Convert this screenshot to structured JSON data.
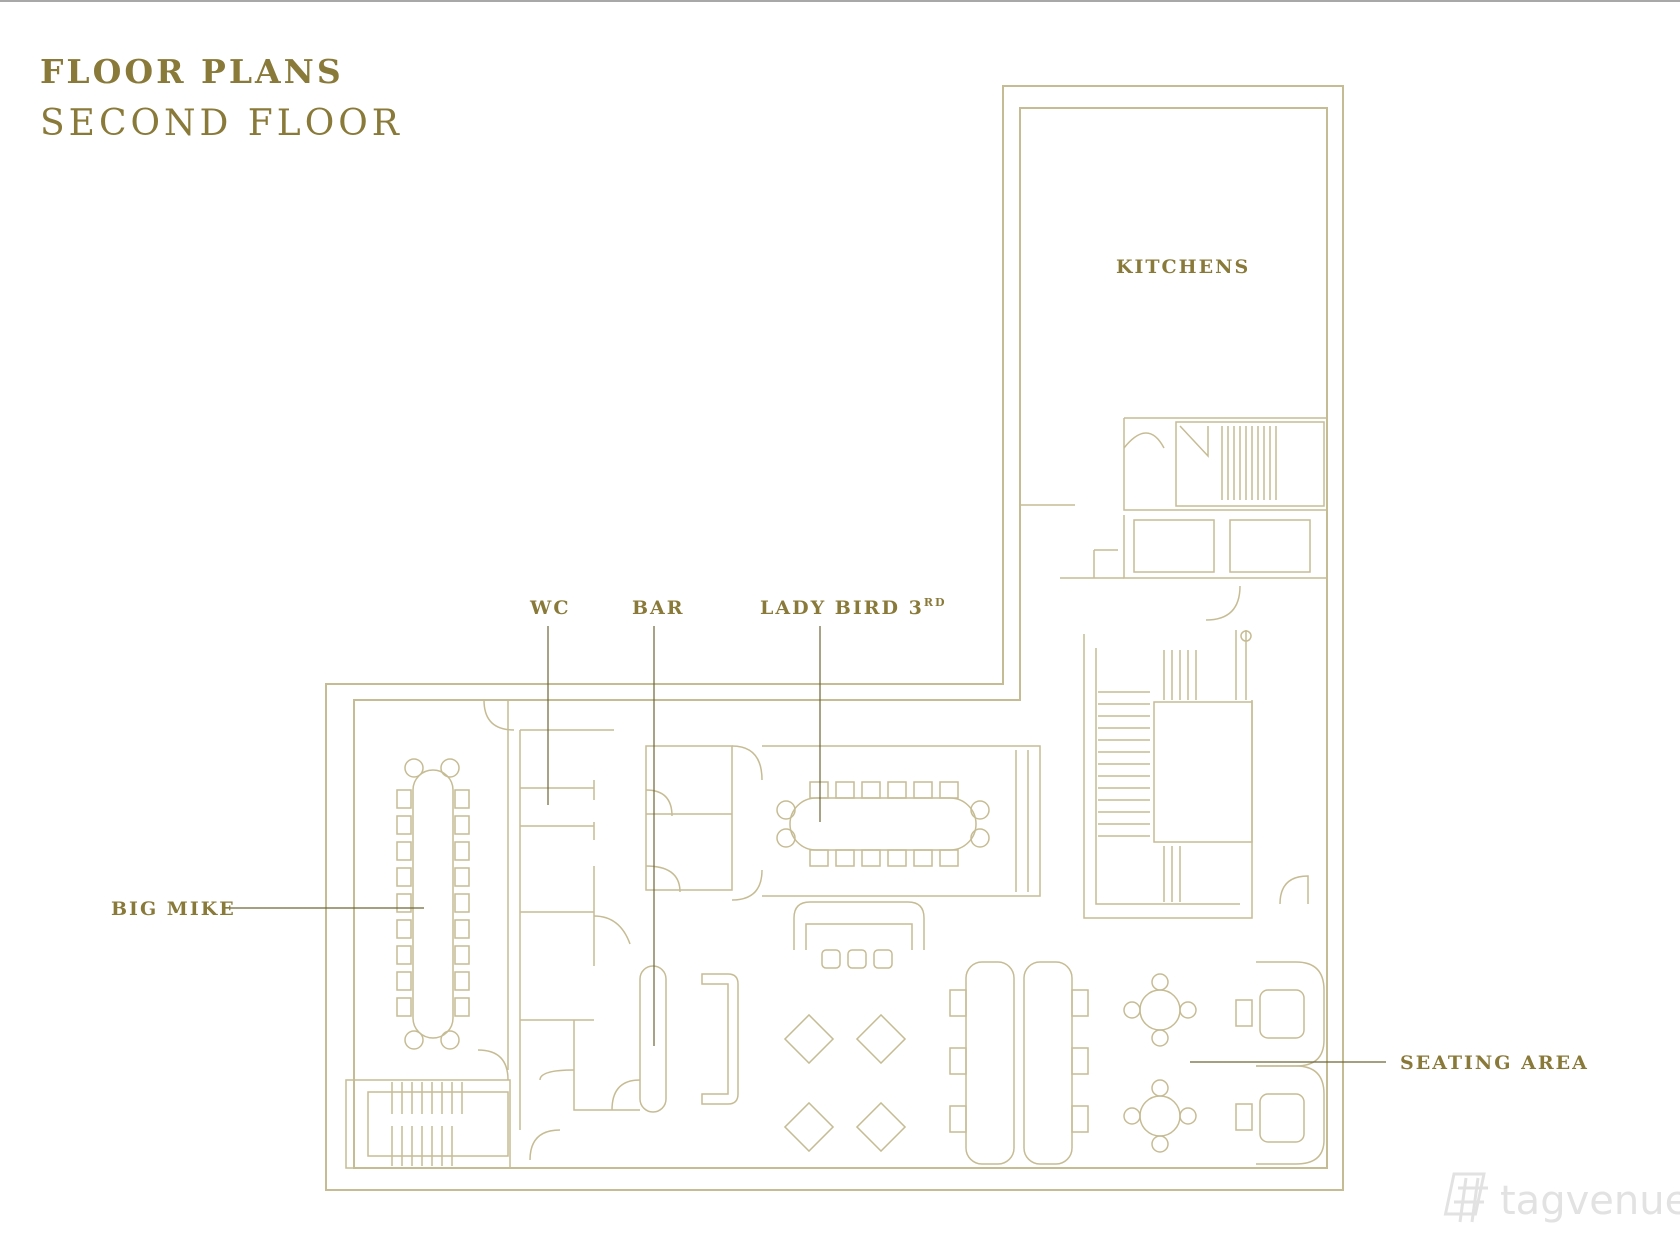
{
  "title": "FLOOR PLANS",
  "subtitle": "SECOND FLOOR",
  "rooms": {
    "kitchens": "KITCHENS",
    "wc": "WC",
    "bar": "BAR",
    "lady_bird": "LADY BIRD 3",
    "lady_bird_sup": "RD",
    "big_mike": "BIG MIKE",
    "seating_area": "SEATING AREA"
  },
  "watermark": "tagvenue",
  "colors": {
    "label": "#8a7a3a",
    "wall": "#c6bc94",
    "leader": "#6e6636"
  }
}
